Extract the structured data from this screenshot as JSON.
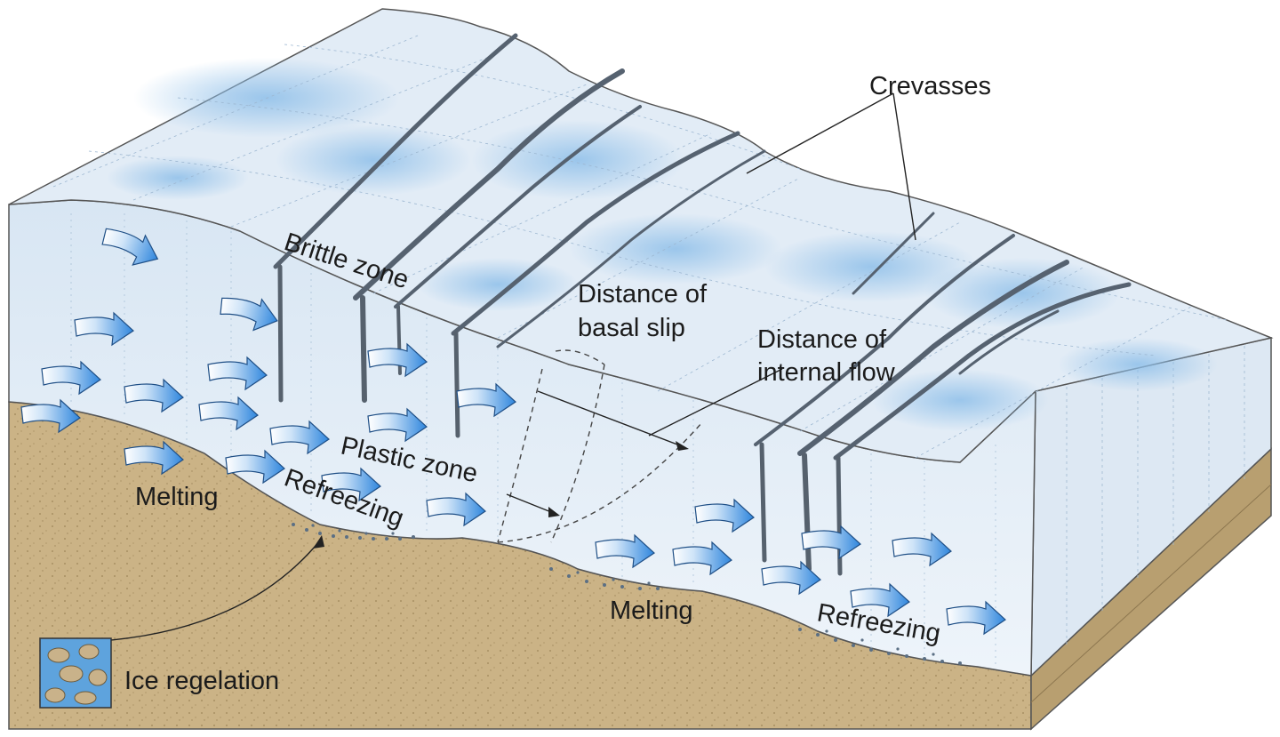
{
  "labels": {
    "crevasses": "Crevasses",
    "brittle_zone": "Brittle zone",
    "distance_basal_slip_line1": "Distance of",
    "distance_basal_slip_line2": "basal slip",
    "distance_internal_flow_line1": "Distance of",
    "distance_internal_flow_line2": "internal flow",
    "plastic_zone": "Plastic zone",
    "melting_left": "Melting",
    "refreezing_left": "Refreezing",
    "melting_right": "Melting",
    "refreezing_right": "Refreezing",
    "ice_regelation": "Ice regelation"
  },
  "colors": {
    "ice_top": "#dfeaf5",
    "ice_top_shade": "#a9cbe9",
    "ice_front": "#e3ecf5",
    "ice_side": "#d9e6f2",
    "bedrock": "#cbb386",
    "bedrock_dark": "#a78f63",
    "crevasse": "#5b6570",
    "flow_arrow": "#3f8fe0",
    "text": "#1b1b1b"
  }
}
